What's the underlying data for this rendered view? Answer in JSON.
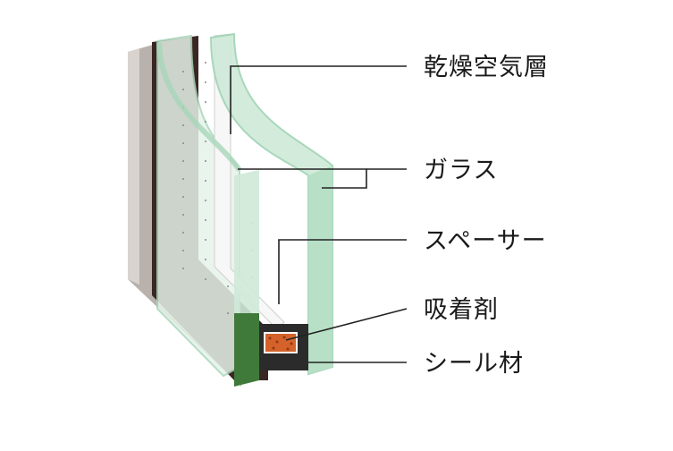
{
  "labels": {
    "dry_air_layer": "乾燥空気層",
    "glass": "ガラス",
    "spacer": "スペーサー",
    "desiccant": "吸着剤",
    "sealant": "シール材"
  },
  "colors": {
    "glass": "#cfe9d8",
    "glass_edge": "#9fd3b4",
    "frame": "#3a2623",
    "desiccant": "#d4622a",
    "sealant": "#2b2b2b",
    "line": "#222222"
  }
}
